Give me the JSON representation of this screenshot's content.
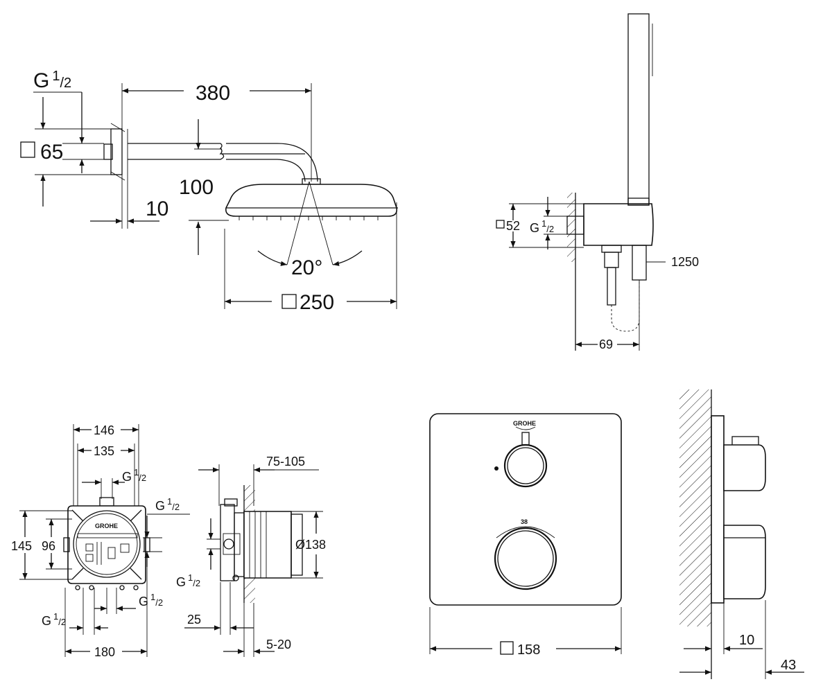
{
  "head_shower": {
    "thread": "G",
    "thread_sup": "1",
    "thread_den": "/2",
    "flange_square": "65",
    "arm_length": "380",
    "arm_drop": "100",
    "flange_depth": "10",
    "tilt_angle": "20°",
    "head_square": "250"
  },
  "hand_shower": {
    "bracket_square": "52",
    "thread": "G",
    "thread_sup": "1",
    "thread_den": "/2",
    "hose_length": "1250",
    "projection": "69"
  },
  "box_front": {
    "width_outer": "146",
    "width_inner": "135",
    "top_thread": "G",
    "top_thread_sup": "1",
    "top_thread_den": "/2",
    "side_thread": "G",
    "side_thread_sup": "1",
    "side_thread_den": "/2",
    "height_outer": "145",
    "height_inner": "96",
    "bottom_thread_right": "G",
    "bottom_thread_right_sup": "1",
    "bottom_thread_right_den": "/2",
    "bottom_thread_left": "G",
    "bottom_thread_left_sup": "1",
    "bottom_thread_left_den": "/2",
    "total_width": "180",
    "brand": "GROHE"
  },
  "box_side": {
    "depth_range": "75-105",
    "diameter": "Ø138",
    "thread": "G",
    "thread_sup": "1",
    "thread_den": "/2",
    "offset": "25",
    "cover_range": "5-20"
  },
  "trim_plate": {
    "brand": "GROHE",
    "temp_mark": "38",
    "square": "158"
  },
  "trim_side": {
    "plate_depth": "10",
    "knob_depth": "43"
  }
}
